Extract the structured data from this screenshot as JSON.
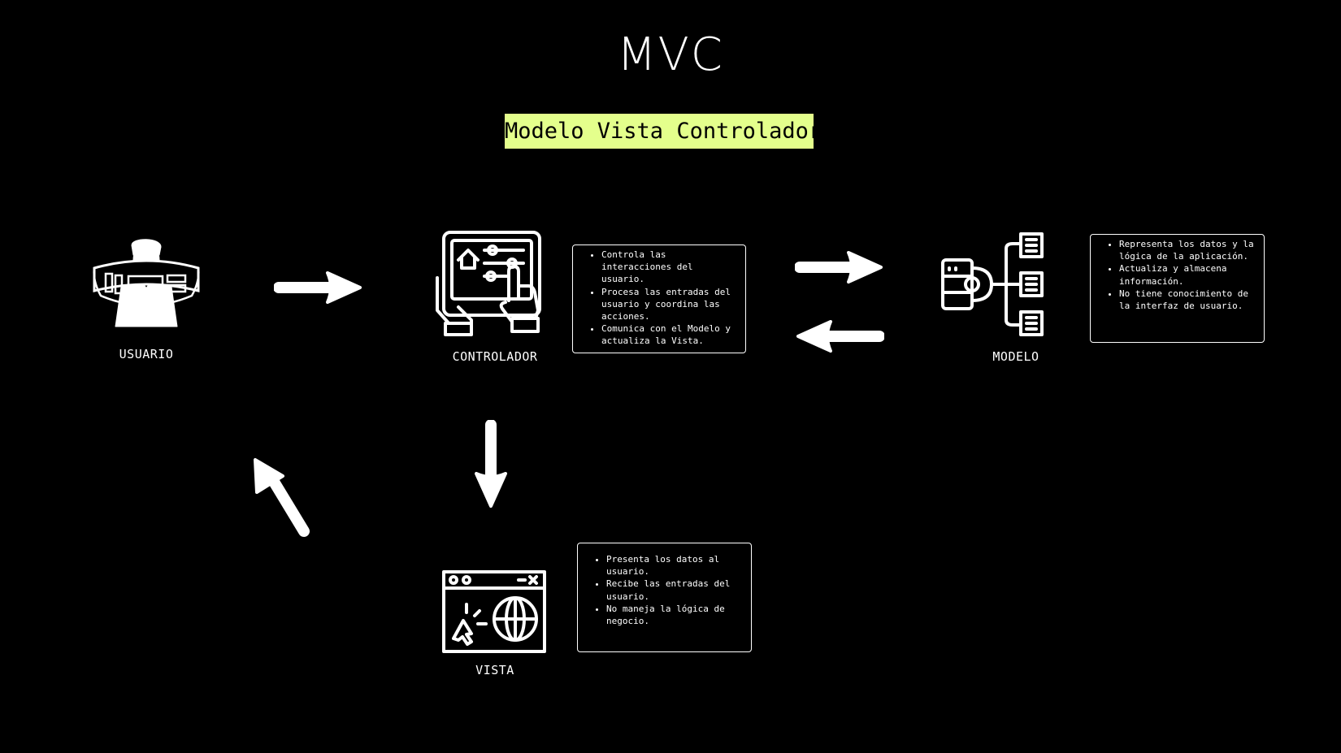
{
  "diagram": {
    "title": "MVC",
    "subtitle": "Modelo Vista Controlador"
  },
  "nodes": {
    "usuario": {
      "label": "USUARIO",
      "icon": "user-screens-icon"
    },
    "controlador": {
      "label": "CONTROLADOR",
      "icon": "tablet-touch-controls-icon",
      "points": [
        "Controla las interacciones del usuario.",
        "Procesa las entradas del usuario y coordina las acciones.",
        "Comunica con el Modelo y actualiza la Vista."
      ]
    },
    "modelo": {
      "label": "MODELO",
      "icon": "database-network-icon",
      "points": [
        "Representa los datos y la lógica de la aplicación.",
        "Actualiza y almacena información.",
        "No tiene conocimiento de la interfaz de usuario."
      ]
    },
    "vista": {
      "label": "VISTA",
      "icon": "browser-window-globe-icon",
      "points": [
        "Presenta los datos al usuario.",
        "Recibe las entradas del usuario.",
        "No maneja la lógica de negocio."
      ]
    }
  },
  "colors": {
    "background": "#000000",
    "foreground": "#ffffff",
    "highlight": "#e4ff8c"
  }
}
